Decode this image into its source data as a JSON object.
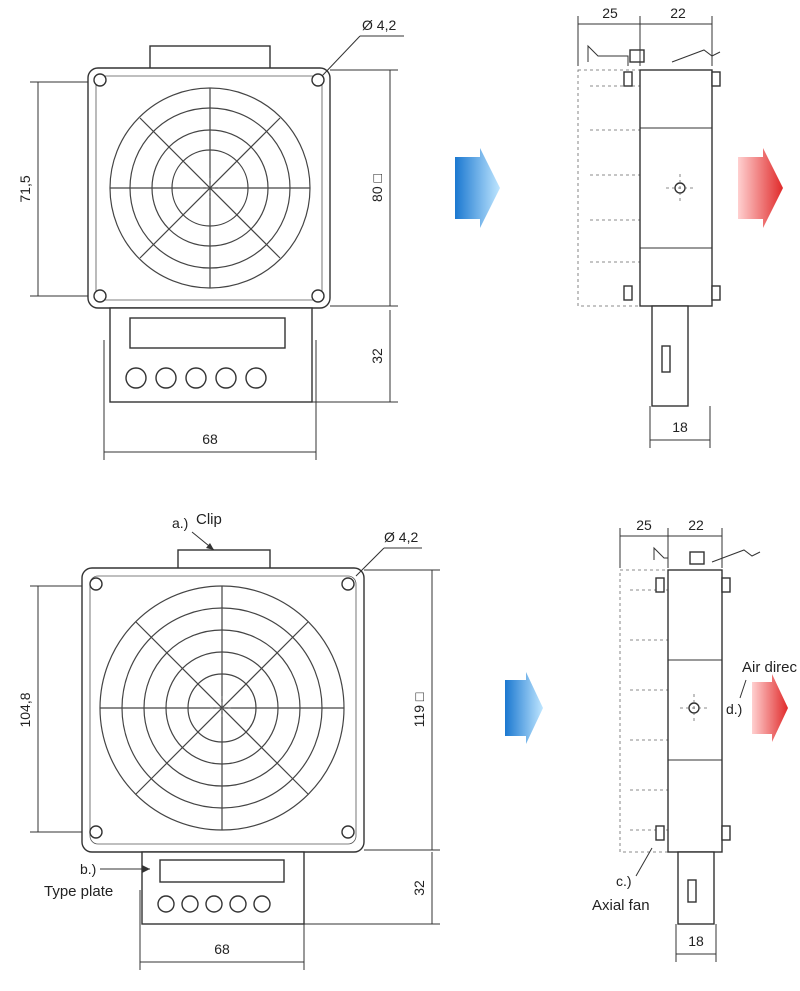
{
  "top_front": {
    "dim_height_inner": "71,5",
    "dim_height_outer": "80 □",
    "dim_bottom": "32",
    "dim_width": "68",
    "dim_hole": "Ø 4,2"
  },
  "top_side": {
    "dim_left": "25",
    "dim_right": "22",
    "dim_bottom": "18"
  },
  "bottom_front": {
    "label_clip_letter": "a.)",
    "label_clip": "Clip",
    "dim_hole": "Ø 4,2",
    "dim_height_inner": "104,8",
    "dim_height_outer": "119 □",
    "dim_bottom": "32",
    "dim_width": "68",
    "label_type_letter": "b.)",
    "label_type": "Type plate"
  },
  "bottom_side": {
    "dim_left": "25",
    "dim_right": "22",
    "dim_bottom": "18",
    "label_air": "Air direc",
    "label_air_letter": "d.)",
    "label_fan_letter": "c.)",
    "label_fan": "Axial fan"
  },
  "colors": {
    "inflow_arrow": "#2a8fd8",
    "outflow_arrow": "#e23a3a"
  }
}
